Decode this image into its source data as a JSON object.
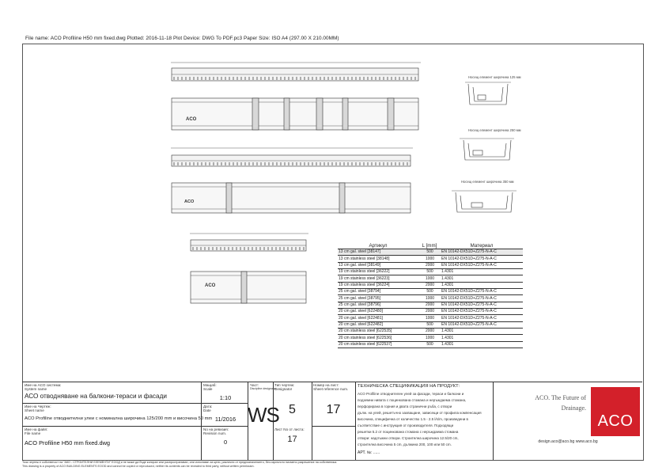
{
  "header": {
    "file_info": "File name: ACO Profiline H50 mm fixed.dwg   Plotted: 2016-11-18   Plot Device: DWG To PDF.pc3   Paper Size: ISO A4 (297.00 X 210.00MM)"
  },
  "drawing": {
    "section_label_1": "Носещ елемент широчина 125 мм",
    "section_label_2": "Носещ елемент широчина 250 мм",
    "section_label_3": "Носещ елемент широчина 350 мм",
    "logo_text": "ACO"
  },
  "parts_table": {
    "headers": [
      "Артикул",
      "L [mm]",
      "Материал"
    ],
    "rows": [
      [
        "13 cm gal. steel [38147]",
        "500",
        "EN 10142-DX51D+Z275-N-A-C"
      ],
      [
        "13 cm stainless steel [38148]",
        "1000",
        "EN 10142-DX51D+Z275-N-A-C"
      ],
      [
        "13 cm gal. steel [38149]",
        "2000",
        "EN 10142-DX51D+Z275-N-A-C"
      ],
      [
        "19 cm stainless steel [36222]",
        "500",
        "1.4301"
      ],
      [
        "19 cm stainless steel [36223]",
        "1000",
        "1.4301"
      ],
      [
        "19 cm stainless steel [36224]",
        "2000",
        "1.4301"
      ],
      [
        "25 cm gal. steel [38794]",
        "500",
        "EN 10142-DX51D+Z275-N-A-C"
      ],
      [
        "25 cm gal. steel [38795]",
        "1000",
        "EN 10142-DX51D+Z275-N-A-C"
      ],
      [
        "25 cm gal. steel [38796]",
        "2000",
        "EN 10142-DX51D+Z275-N-A-C"
      ],
      [
        "20 cm gal. steel [622480]",
        "2000",
        "EN 10142-DX51D+Z275-N-A-C"
      ],
      [
        "20 cm gal. steel [622481]",
        "1000",
        "EN 10142-DX51D+Z275-N-A-C"
      ],
      [
        "20 cm gal. steel [622482]",
        "500",
        "EN 10142-DX51D+Z275-N-A-C"
      ],
      [
        "20 cm stainless steel [622535]",
        "2000",
        "1.4301"
      ],
      [
        "20 cm stainless steel [622536]",
        "1000",
        "1.4301"
      ],
      [
        "20 cm stainless steel [622537]",
        "500",
        "1.4301"
      ]
    ]
  },
  "title_block": {
    "system_name_label": "Име на АСО система:",
    "system_name_label_en": "System name",
    "system_name_value": "АСО отводняване на балкони-тераси и фасади",
    "sheet_name_label": "Име на Чертеж:",
    "sheet_name_label_en": "Sheet name",
    "sheet_name_value": "ACO Profiline отводнителни улеи с номинална широчина 125/200 mm и височина 50 mm",
    "file_name_label": "Име на файл:",
    "file_name_label_en": "File name",
    "file_name_value": "ACO Profiline H50 mm fixed.dwg",
    "scale_label": "Мащаб:",
    "scale_label_en": "Scale",
    "scale_value": "1:10",
    "date_label": "Дата:",
    "date_label_en": "Date",
    "date_value": "11/2016",
    "revision_label": "No на ревизия:",
    "revision_label_en": "Revision num.",
    "revision_value": "0",
    "discipline_label": "Част:",
    "discipline_label_en": "Discipline designator",
    "discipline_value": "WS",
    "sheet_type_label": "Тип чертеж:",
    "sheet_type_label_en": "Designator",
    "sheet_type_value": "5",
    "sheet_count_label": "Лист No от листа:",
    "sheet_count_value": "17",
    "sheet_number_label": "Номер на лист:",
    "sheet_number_label_en": "Sheet reference num.",
    "sheet_number_value": "17",
    "spec_title": "ТЕХНИЧЕСКА СПЕЦИФИКАЦИЯ НА ПРОДУКТ:",
    "spec_lines": [
      "ACO Profiline отводнителен улей за фасади, тераси и балкони и",
      "подземни нивата с поцинкована стомана и неръждаема стомана,",
      "перфорирана в горния и двата странични ръба, с отвори",
      "дълж. на улей, решетъчно захващане, зависещи от профила компенсация",
      "височина, специфична от количество 1.5 - 2.5 l/s/m, произведени в",
      "съответствие с инструкция от производителя. Подходящи",
      "решетки 5.2 от поцинкована стомана с неръждаема стомана",
      "отвори: надлъжни отвори. Строителна широчина 12.5/20 cm,",
      "строителна височина 5 cm, дължина 200, 100 или 50 cm."
    ],
    "art_no_label": "АРТ. №: ......",
    "brand_tagline_1": "ACO. The Future of",
    "brand_tagline_2": "Drainage.",
    "logo_text": "ACO",
    "contact": "design.aco@aco.bg   www.aco.bg"
  },
  "footer": {
    "line_bg": "Този чертеж е собственост на \"АКО - СТРОИТЕЛНИ ЕЛЕМЕНТИ\" ЕООД и не може да бъде копиран или разпространяван, или използван за цели, различни от предназначението, без изричното писмено разрешение на собственика.",
    "line_en": "This drawing is a property of ACO BUILDING ELEMENTS EOOD and cannot be copied or reproduced, neither its contents can be revealed to third party, without written permission."
  }
}
